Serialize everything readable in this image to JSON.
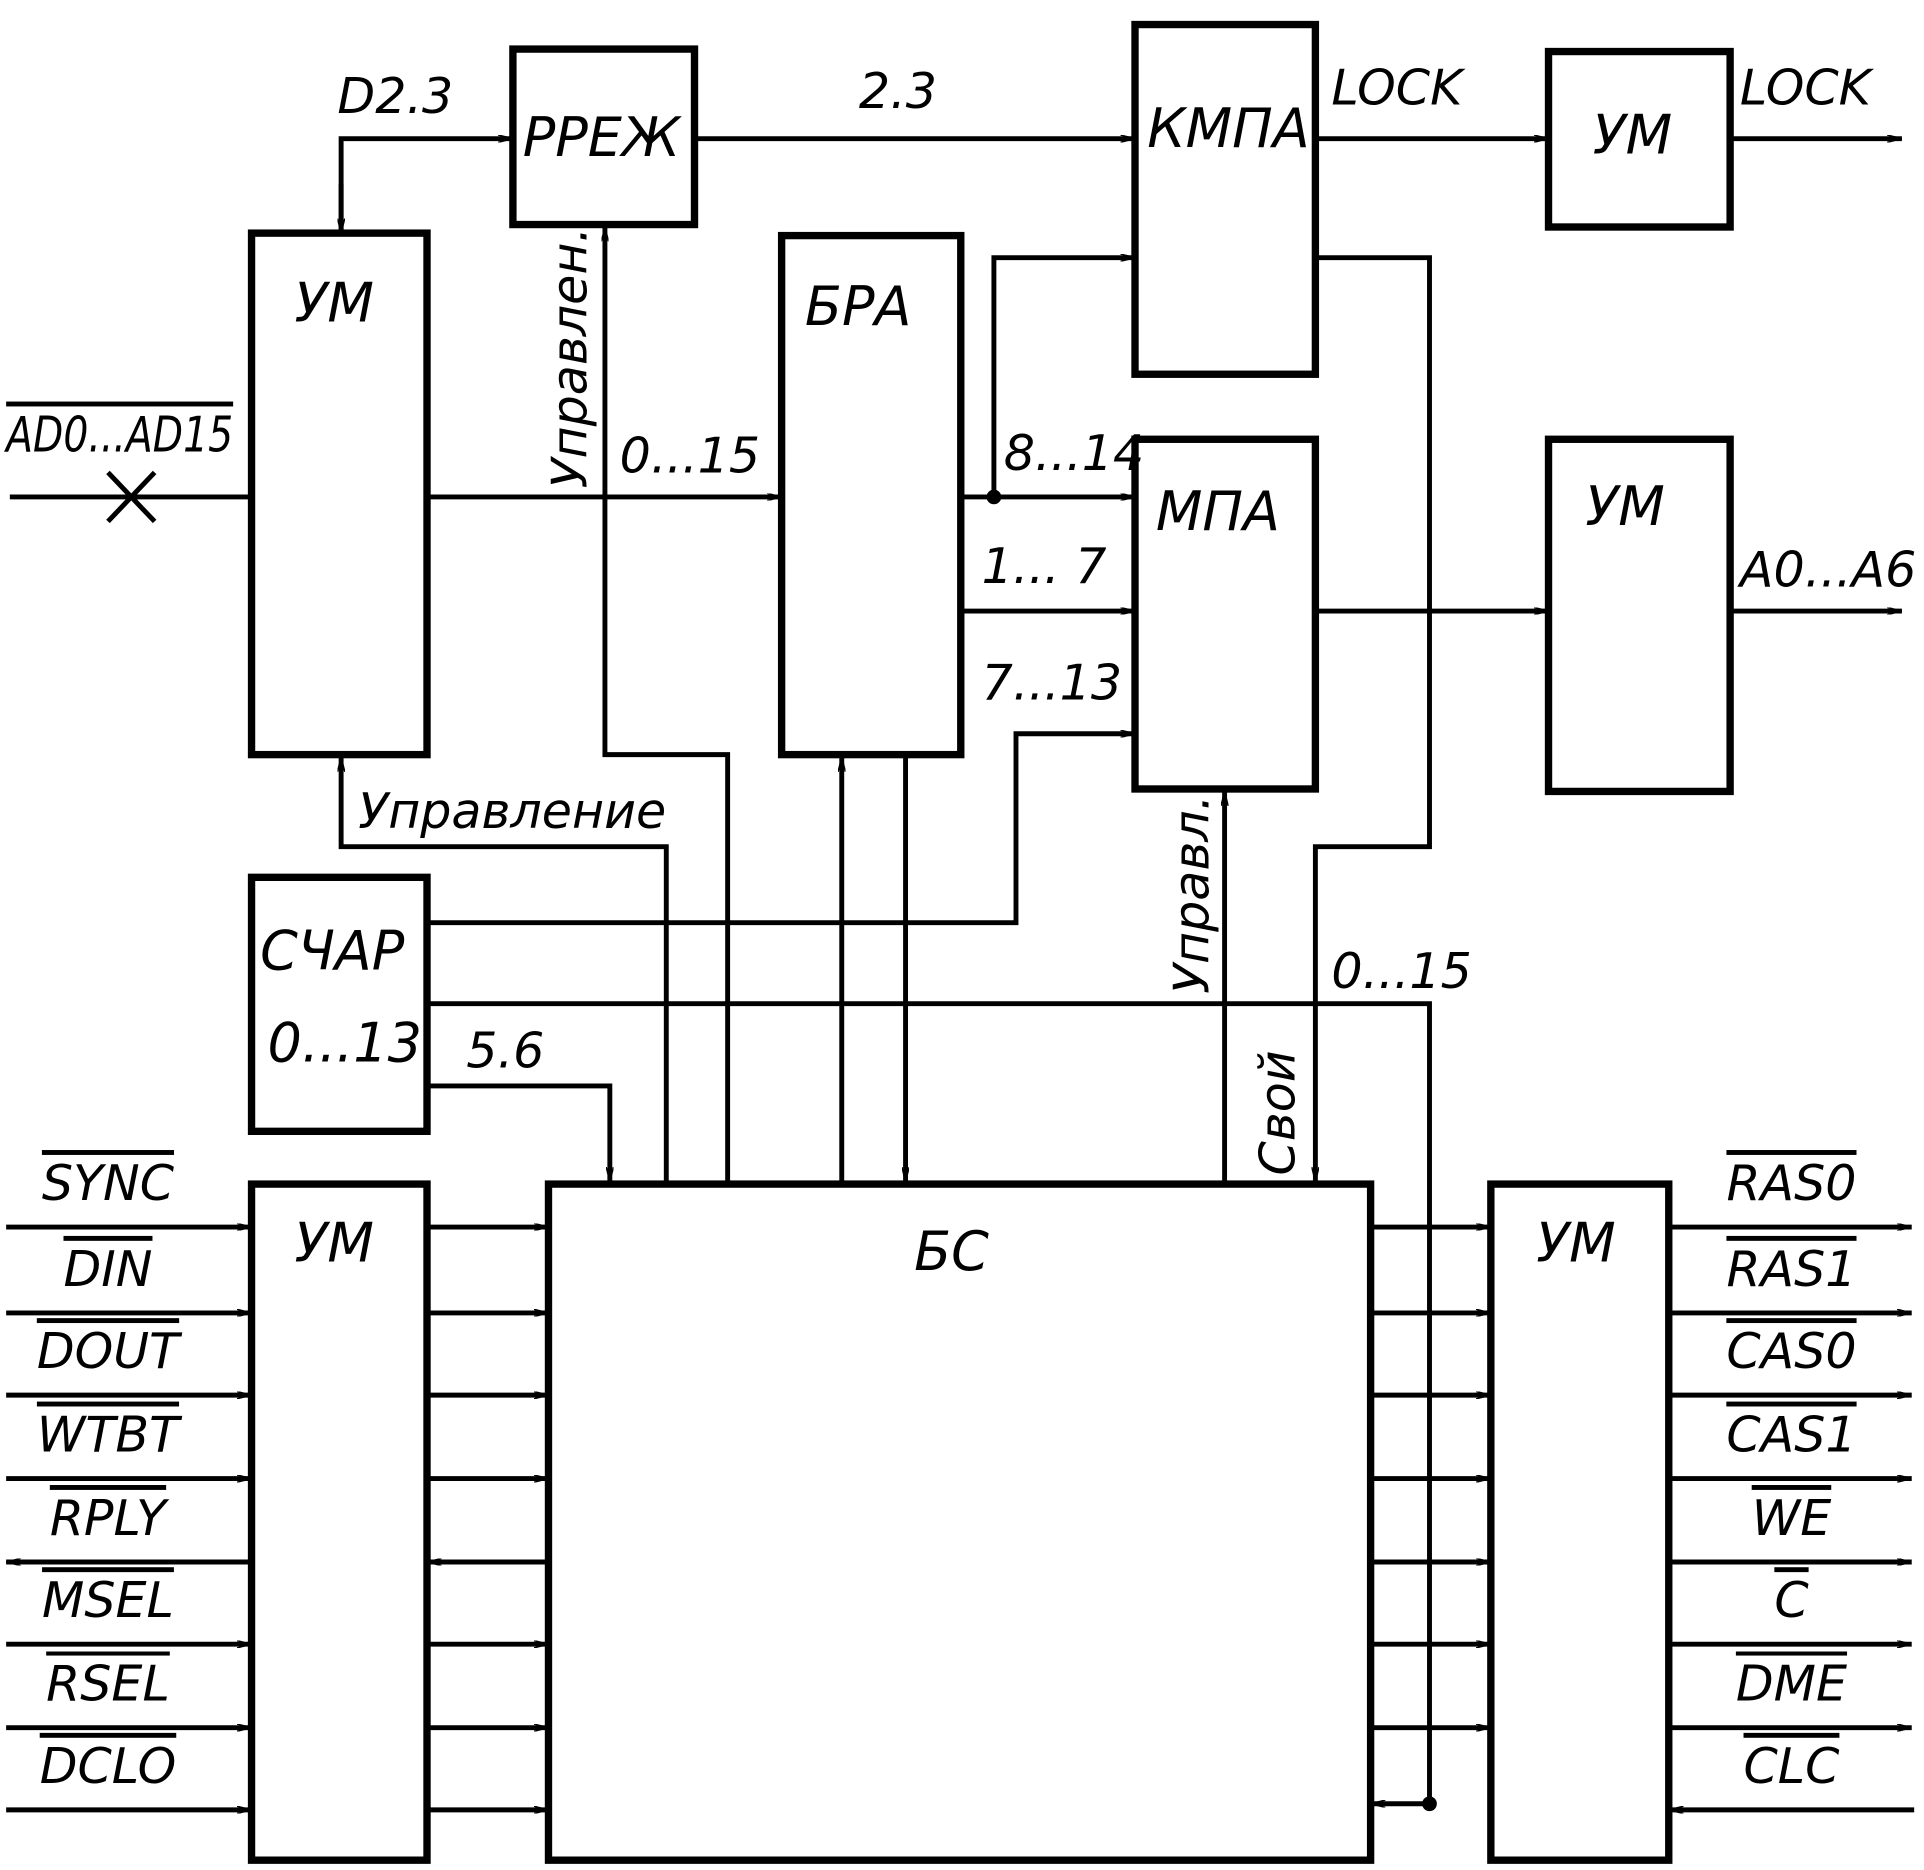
{
  "blocks": {
    "um_in": "УМ",
    "rrezh": "РРЕЖ",
    "kmpa": "КМПА",
    "um_lock": "УМ",
    "bra": "БРА",
    "mpa": "МПА",
    "um_addr": "УМ",
    "schar": "СЧАР",
    "schar_bits": "0...13",
    "um_bus": "УМ",
    "bs": "БС",
    "um_mem": "УМ"
  },
  "labels": {
    "d23": "D2.3",
    "l23": "2.3",
    "lock_in": "LOCK",
    "lock_out": "LOCK",
    "ad_bus": "AD0...AD15",
    "upravlen": "Управлен.",
    "bits_0_15": "0...15",
    "bits_8_14": "8...14",
    "bits_1_7": "1... 7",
    "bits_7_13": "7...13",
    "a0_a6": "A0...A6",
    "upravlenie": "Управление",
    "upravl": "Управл.",
    "bits_0_15b": "0...15",
    "l56": "5.6",
    "svoy": "Свой"
  },
  "left_signals": [
    "SYNC",
    "DIN",
    "DOUT",
    "WTBT",
    "RPLY",
    "MSEL",
    "RSEL",
    "DCLO"
  ],
  "right_signals": [
    "RAS0",
    "RAS1",
    "CAS0",
    "CAS1",
    "WE",
    "C",
    "DME",
    "CLC"
  ]
}
